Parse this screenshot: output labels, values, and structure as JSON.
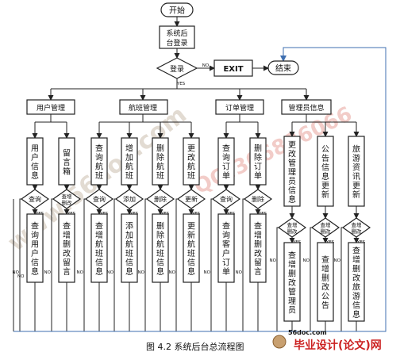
{
  "diagram": {
    "start": "开始",
    "login_box": [
      "系统后",
      "台登录"
    ],
    "login_decision": "登录",
    "exit": "EXIT",
    "end": "结束",
    "yes": "YES",
    "no": "NO",
    "modules": [
      "用户管理",
      "航班管理",
      "订单管理",
      "管理员信息"
    ],
    "functions": [
      "用户信息",
      "留言箱",
      "查询航班",
      "增加航班",
      "删除航班",
      "更改航班",
      "查询订单",
      "删除订单",
      "更改管理员信息",
      "公告信息更新",
      "旅游资讯更新"
    ],
    "decisions": [
      "查询",
      "查增删改",
      "查询",
      "添加",
      "删除",
      "更新",
      "查询",
      "删除",
      "查增删改",
      "查增删改",
      "查增删改"
    ],
    "results": [
      "查询用户信息",
      "查增删改留言",
      "查增航班信息",
      "添加航班信息",
      "删除航班信息",
      "更新航班信息",
      "查询客户订单",
      "查增删改留言",
      "查增删改管理员",
      "查增删改公告",
      "查增删改旅游信息"
    ],
    "caption": "图 4.2  系统后台总流程图"
  },
  "watermarks": {
    "url_1": "www.56doc.com",
    "url_2": "QQ:306826066",
    "brand_url": "56doc.com",
    "brand": "毕业设计(论文)网"
  },
  "colors": {
    "line": "#222222",
    "arrow_blue": "#3f6fb0",
    "brand_red": "#cc2222"
  }
}
